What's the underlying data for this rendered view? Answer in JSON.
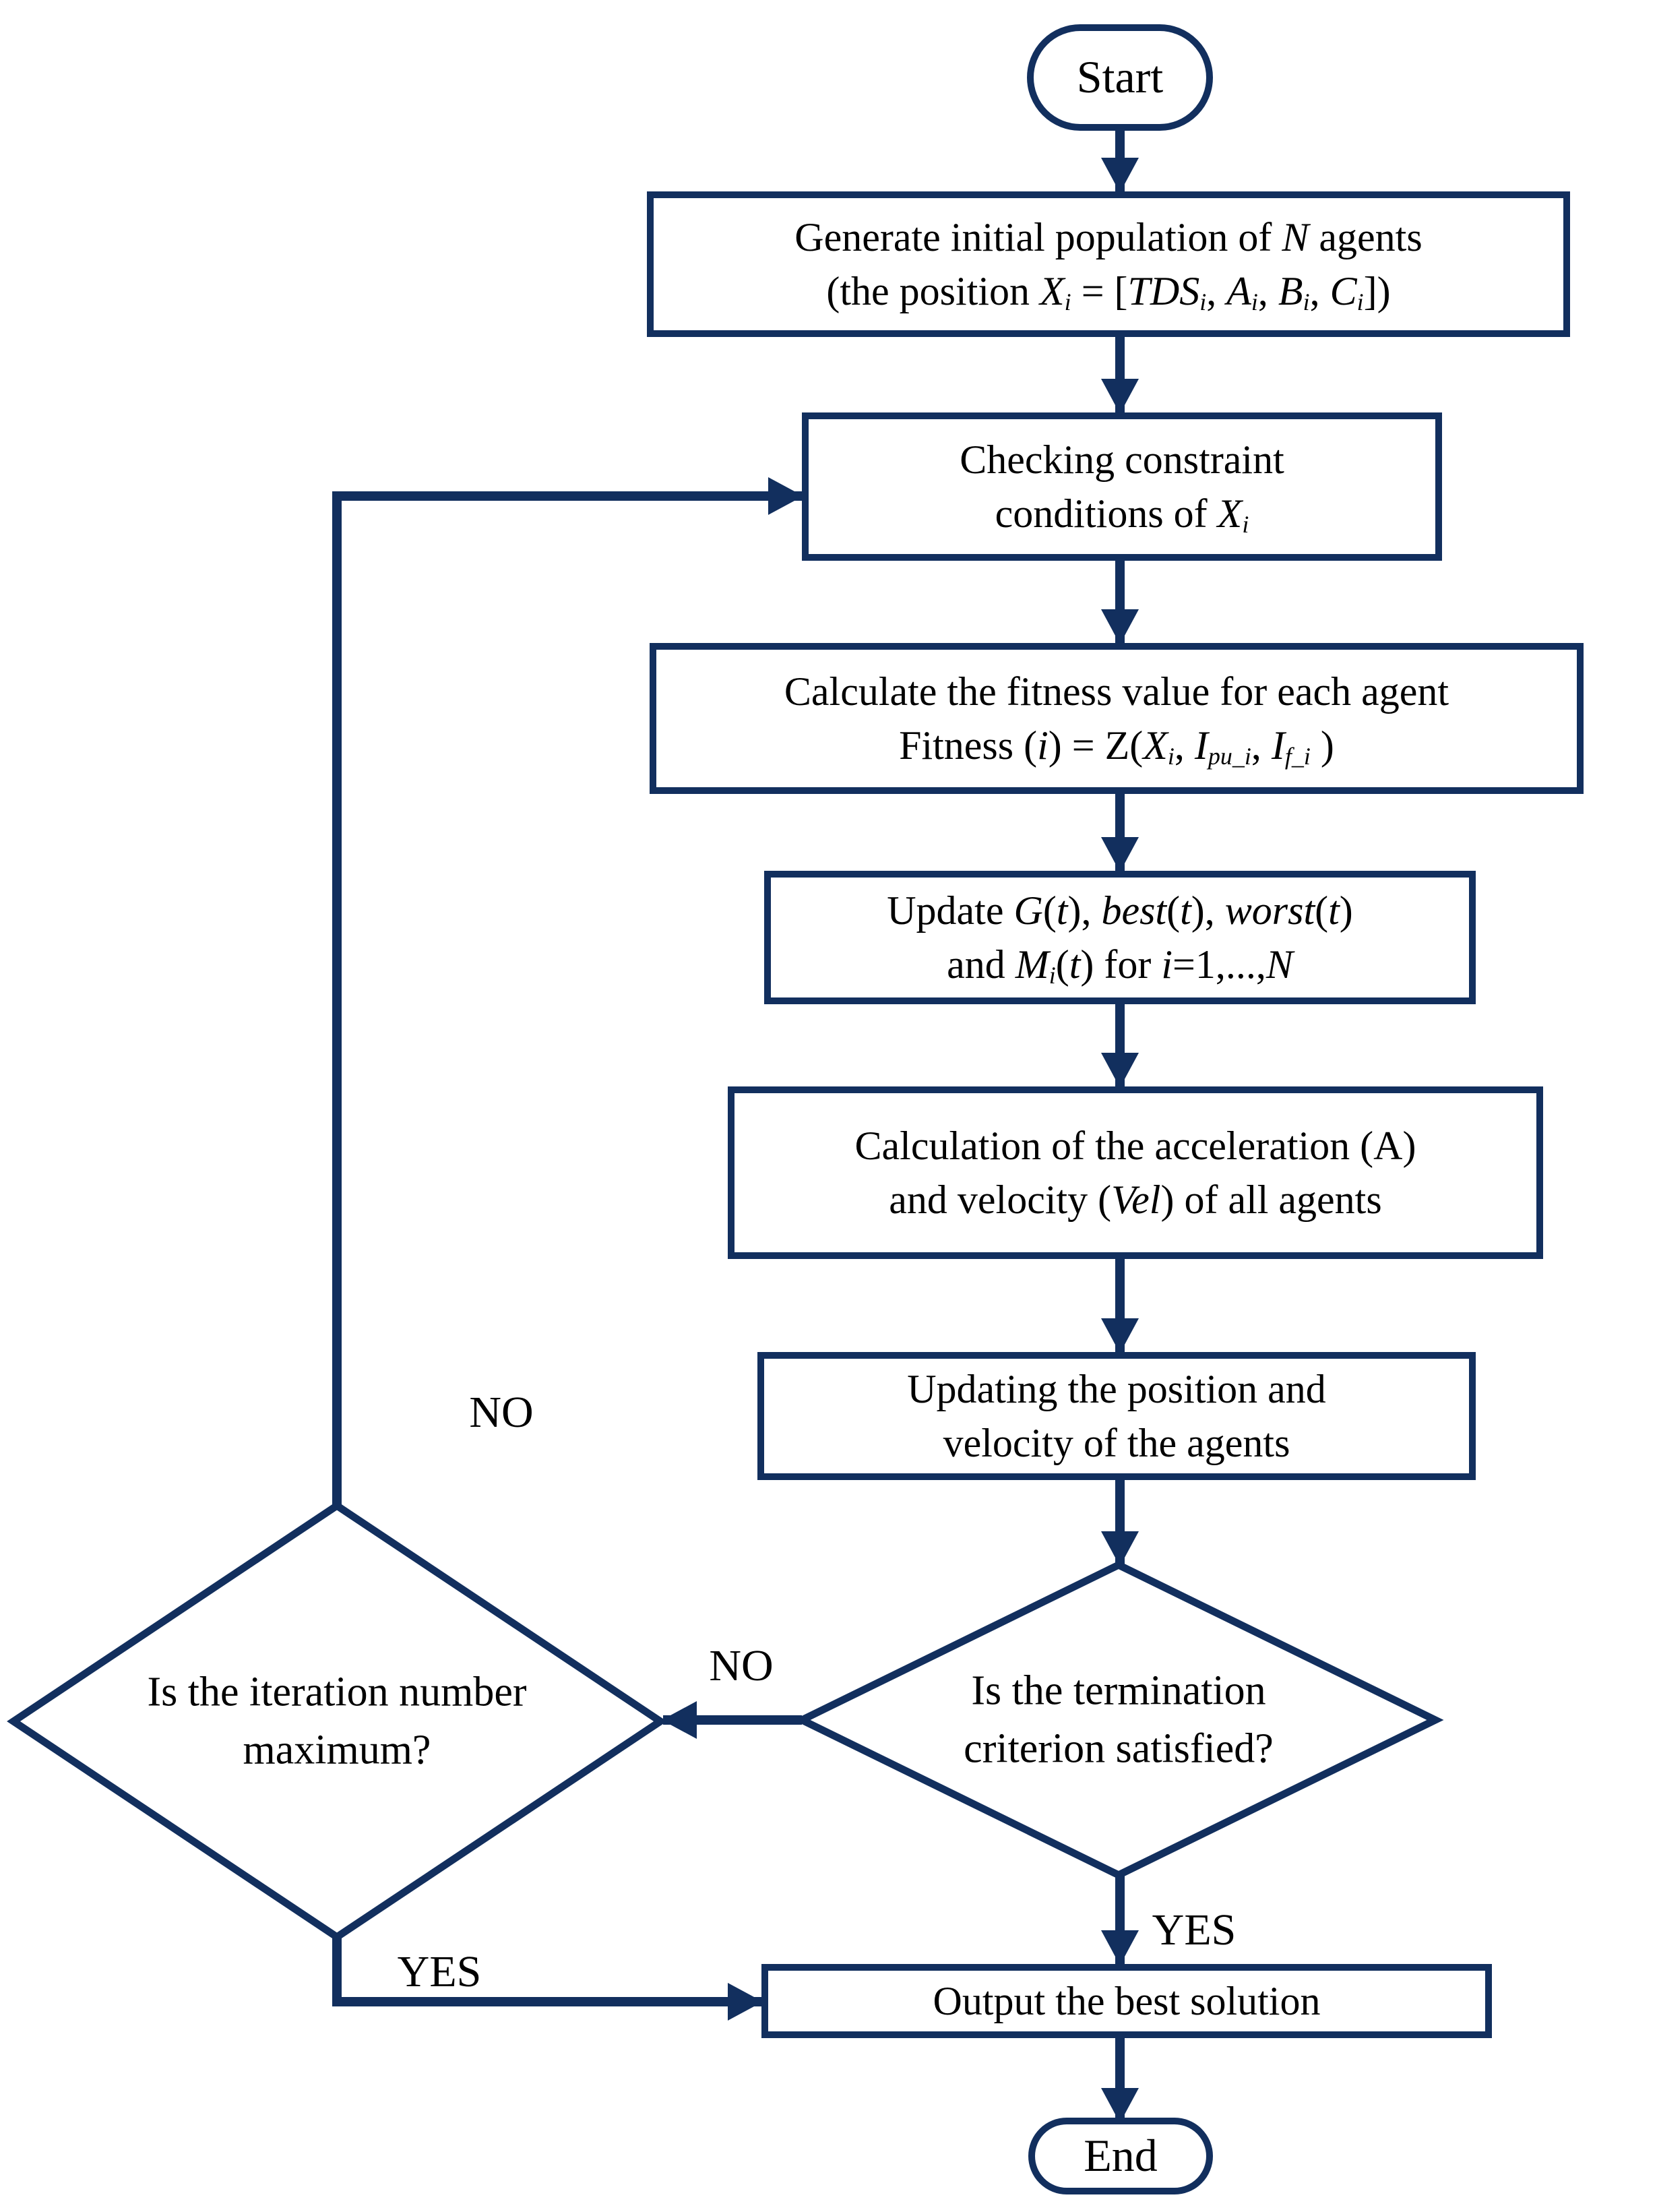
{
  "colors": {
    "line": "#122f5e",
    "text": "#000000",
    "background": "#ffffff"
  },
  "nodes": {
    "start": {
      "label": "Start"
    },
    "generate": {
      "lines": [
        [
          {
            "t": "Generate initial population of "
          },
          {
            "t": "N",
            "s": "i"
          },
          {
            "t": " agents"
          }
        ],
        [
          {
            "t": "(the position "
          },
          {
            "t": "X",
            "s": "i"
          },
          {
            "t": "i",
            "s": "isub"
          },
          {
            "t": " = ["
          },
          {
            "t": "TDS",
            "s": "i"
          },
          {
            "t": "i",
            "s": "isub"
          },
          {
            "t": ", "
          },
          {
            "t": "A",
            "s": "i"
          },
          {
            "t": "i",
            "s": "isub"
          },
          {
            "t": ", "
          },
          {
            "t": "B",
            "s": "i"
          },
          {
            "t": "i",
            "s": "isub"
          },
          {
            "t": ", "
          },
          {
            "t": "C",
            "s": "i"
          },
          {
            "t": "i",
            "s": "isub"
          },
          {
            "t": "])"
          }
        ]
      ]
    },
    "checking": {
      "lines": [
        [
          {
            "t": "Checking constraint"
          }
        ],
        [
          {
            "t": "conditions of "
          },
          {
            "t": "X",
            "s": "i"
          },
          {
            "t": "i",
            "s": "isub"
          }
        ]
      ]
    },
    "fitness": {
      "lines": [
        [
          {
            "t": "Calculate the fitness value for each agent"
          }
        ],
        [
          {
            "t": "Fitness ("
          },
          {
            "t": "i",
            "s": "i"
          },
          {
            "t": ") = Z("
          },
          {
            "t": "X",
            "s": "i"
          },
          {
            "t": "i",
            "s": "isub"
          },
          {
            "t": ", "
          },
          {
            "t": "I",
            "s": "i"
          },
          {
            "t": "pu_i",
            "s": "isub"
          },
          {
            "t": ", "
          },
          {
            "t": "I",
            "s": "i"
          },
          {
            "t": "f_i",
            "s": "isub"
          },
          {
            "t": " )"
          }
        ]
      ]
    },
    "update": {
      "lines": [
        [
          {
            "t": "Update "
          },
          {
            "t": "G",
            "s": "i"
          },
          {
            "t": "("
          },
          {
            "t": "t",
            "s": "i"
          },
          {
            "t": "), "
          },
          {
            "t": "best",
            "s": "i"
          },
          {
            "t": "("
          },
          {
            "t": "t",
            "s": "i"
          },
          {
            "t": "), "
          },
          {
            "t": "worst",
            "s": "i"
          },
          {
            "t": "("
          },
          {
            "t": "t",
            "s": "i"
          },
          {
            "t": ")"
          }
        ],
        [
          {
            "t": "and "
          },
          {
            "t": "M",
            "s": "i"
          },
          {
            "t": "i",
            "s": "isub"
          },
          {
            "t": "("
          },
          {
            "t": "t",
            "s": "i"
          },
          {
            "t": ") for "
          },
          {
            "t": "i",
            "s": "i"
          },
          {
            "t": "=1,...,"
          },
          {
            "t": "N",
            "s": "i"
          }
        ]
      ]
    },
    "acceleration": {
      "lines": [
        [
          {
            "t": "Calculation of the acceleration (A)"
          }
        ],
        [
          {
            "t": "and velocity ("
          },
          {
            "t": "Vel",
            "s": "i"
          },
          {
            "t": ") of all agents"
          }
        ]
      ]
    },
    "updating": {
      "lines": [
        [
          {
            "t": "Updating the position and"
          }
        ],
        [
          {
            "t": "velocity of the agents"
          }
        ]
      ]
    },
    "termination": {
      "lines": [
        [
          {
            "t": "Is the termination"
          }
        ],
        [
          {
            "t": "criterion satisfied?"
          }
        ]
      ]
    },
    "iteration": {
      "lines": [
        [
          {
            "t": "Is the iteration number"
          }
        ],
        [
          {
            "t": "maximum?"
          }
        ]
      ]
    },
    "output": {
      "lines": [
        [
          {
            "t": "Output the best solution"
          }
        ]
      ]
    },
    "end": {
      "label": "End"
    }
  },
  "edge_labels": {
    "no_between_diamonds": "NO",
    "no_to_checking": "NO",
    "yes_to_output": "YES",
    "yes_from_iteration": "YES"
  }
}
